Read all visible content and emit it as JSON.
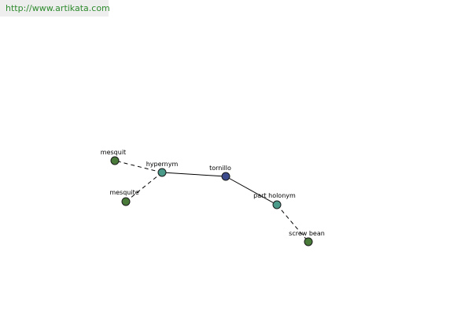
{
  "header": {
    "url": "http://www.artikata.com"
  },
  "colors": {
    "url_text": "#2d8a2d",
    "edge": "#000000",
    "node_center": "#3a4a8a",
    "node_relation": "#4a9a8a",
    "node_leaf": "#4a7a3a",
    "node_stroke": "#1a1a1a"
  },
  "graph": {
    "nodes": [
      {
        "id": "tornillo",
        "label": "tornillo",
        "kind": "center"
      },
      {
        "id": "hypernym",
        "label": "hypernym",
        "kind": "relation"
      },
      {
        "id": "part_holonym",
        "label": "part holonym",
        "kind": "relation"
      },
      {
        "id": "mesquit",
        "label": "mesquit",
        "kind": "leaf"
      },
      {
        "id": "mesquite",
        "label": "mesquite",
        "kind": "leaf"
      },
      {
        "id": "screw_bean",
        "label": "screw bean",
        "kind": "leaf"
      }
    ],
    "edges": [
      {
        "from": "tornillo",
        "to": "hypernym",
        "style": "solid"
      },
      {
        "from": "tornillo",
        "to": "part_holonym",
        "style": "solid"
      },
      {
        "from": "hypernym",
        "to": "mesquit",
        "style": "dashed"
      },
      {
        "from": "hypernym",
        "to": "mesquite",
        "style": "dashed"
      },
      {
        "from": "part_holonym",
        "to": "screw_bean",
        "style": "dashed"
      }
    ]
  }
}
